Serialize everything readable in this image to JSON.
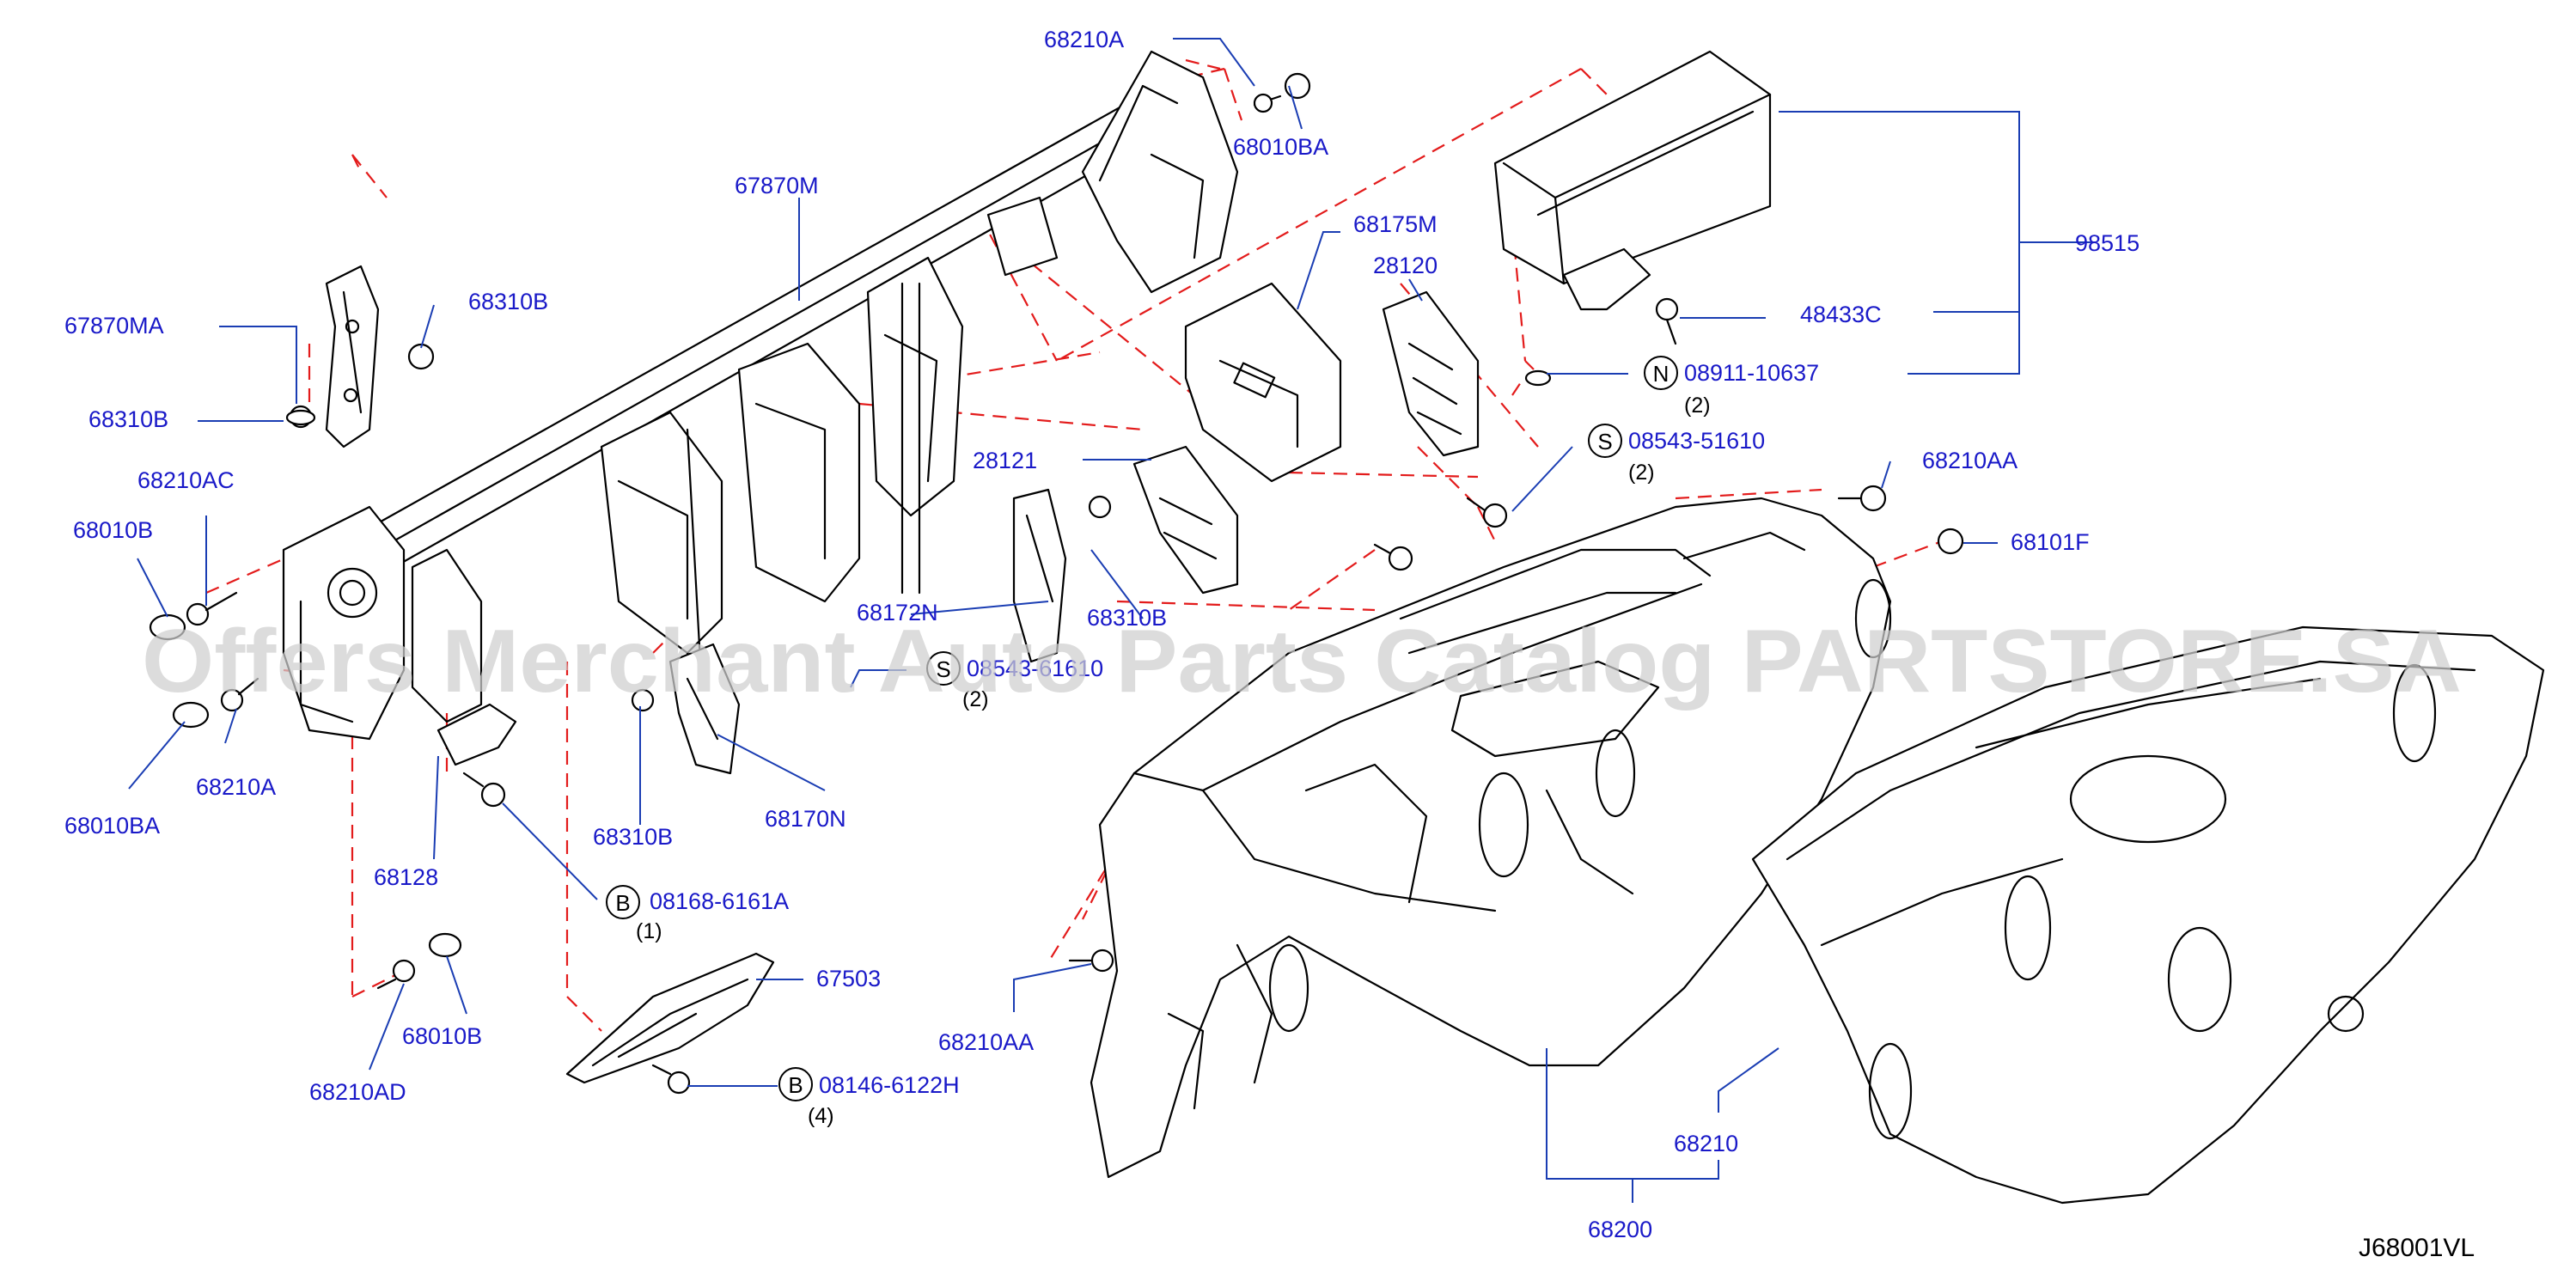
{
  "diagram_id": "J68001VL",
  "watermark": "Offers Merchant Auto Parts Catalog PARTSTORE.SA",
  "colors": {
    "label": "#1919c8",
    "leader": "#1a3db3",
    "dashed": "#e31b1b",
    "outline": "#000000",
    "watermark": "#cfcfcf"
  },
  "labels": {
    "p68210A_top": "68210A",
    "p68010BA_top": "68010BA",
    "p67870M": "67870M",
    "p68175M": "68175M",
    "p28120": "28120",
    "p98515": "98515",
    "p48433C": "48433C",
    "p08911": "08911-10637",
    "p08911_qty": "(2)",
    "p08543_a": "08543-51610",
    "p08543_a_qty": "(2)",
    "p67870MA": "67870MA",
    "p68310B_a": "68310B",
    "p68310B_b": "68310B",
    "p68210AC": "68210AC",
    "p68010B_a": "68010B",
    "p28121": "28121",
    "p68210AA_a": "68210AA",
    "p68101F": "68101F",
    "p68172N": "68172N",
    "p68310B_c": "68310B",
    "p08543_b": "08543-61610",
    "p08543_b_qty": "(2)",
    "p68010BA_b": "68010BA",
    "p68210A_b": "68210A",
    "p68310B_d": "68310B",
    "p68170N": "68170N",
    "p68128": "68128",
    "p08168": "08168-6161A",
    "p08168_qty": "(1)",
    "p67503": "67503",
    "p68010B_b": "68010B",
    "p68210AD": "68210AD",
    "p08146": "08146-6122H",
    "p08146_qty": "(4)",
    "p68210AA_b": "68210AA",
    "p68210": "68210",
    "p68200": "68200"
  },
  "badges": {
    "n": "N",
    "s_a": "S",
    "s_b": "S",
    "b_a": "B",
    "b_b": "B"
  }
}
